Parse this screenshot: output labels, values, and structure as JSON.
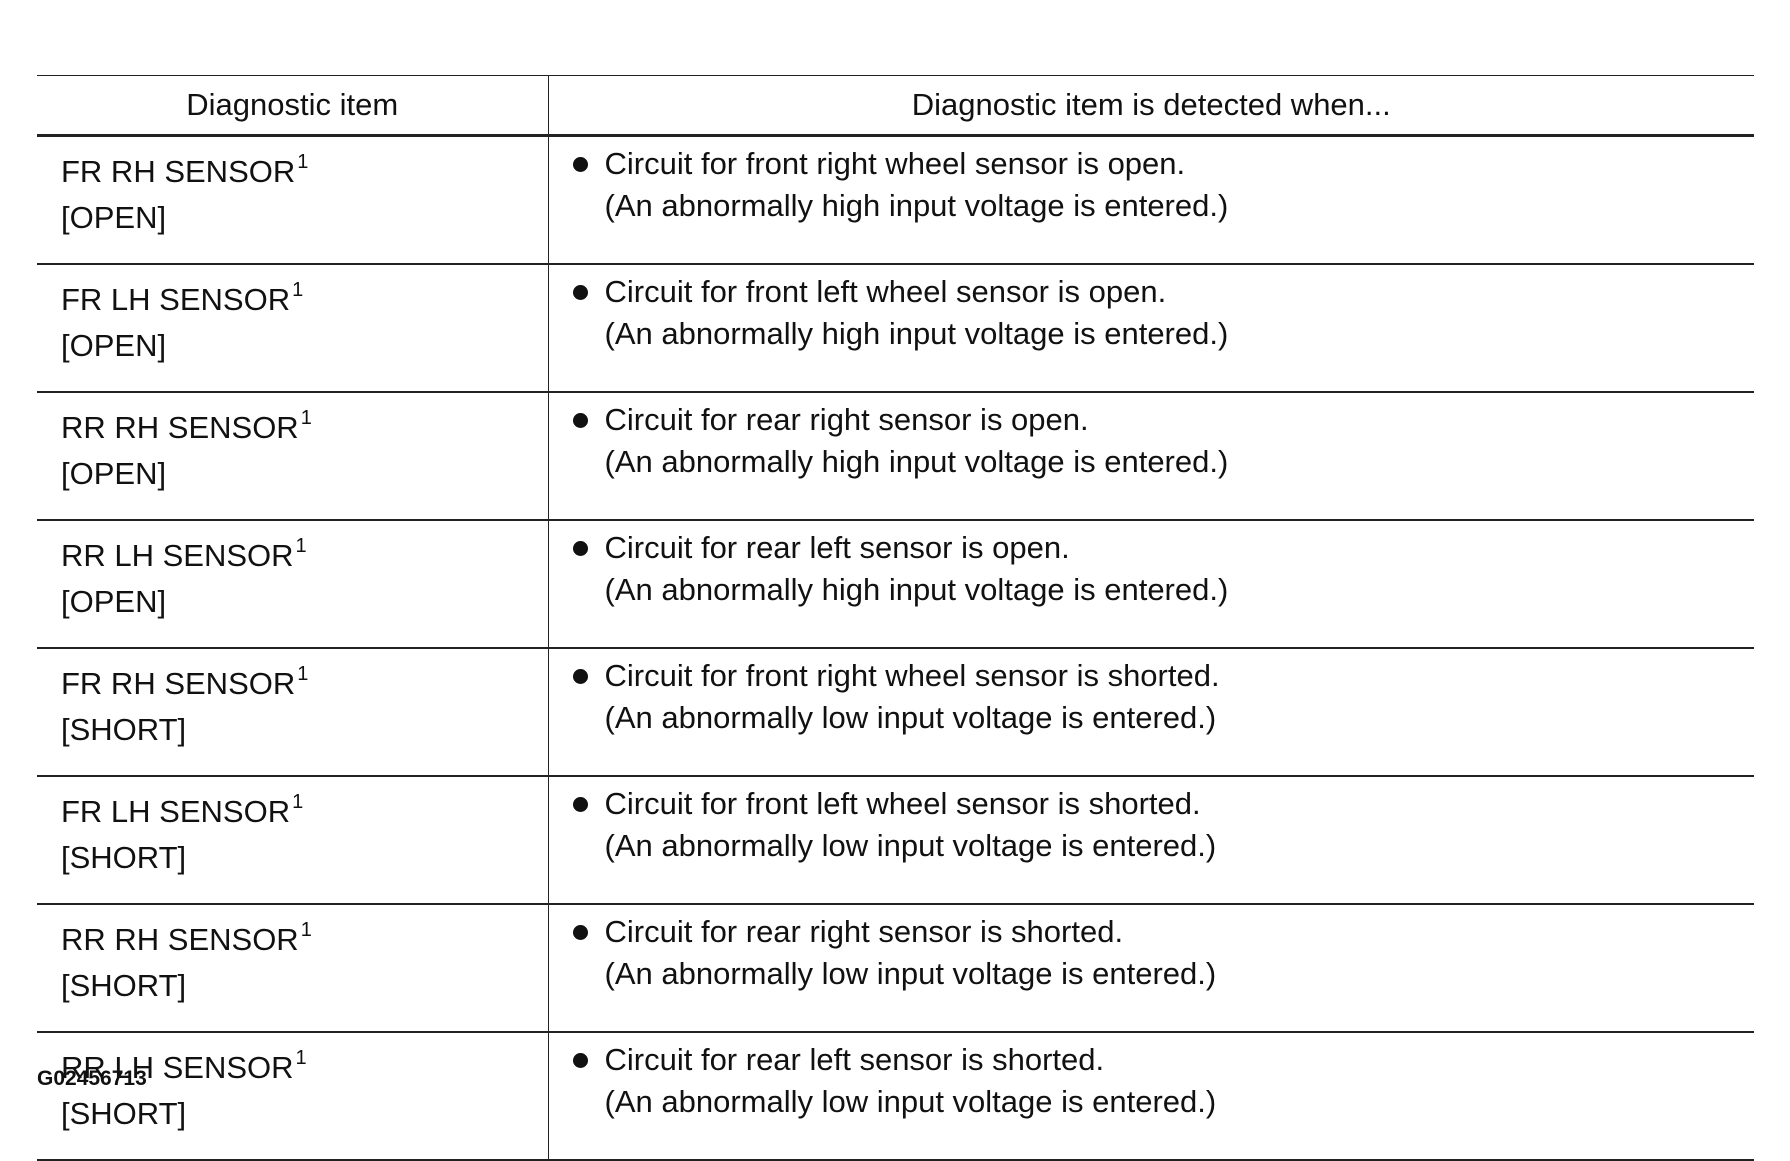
{
  "table": {
    "headers": [
      "Diagnostic item",
      "Diagnostic item is detected when..."
    ],
    "rows": [
      {
        "item": "FR RH SENSOR",
        "sup": "1",
        "state": "[OPEN]",
        "desc": "Circuit for front right wheel sensor is open.",
        "note": "(An abnormally high input voltage is entered.)"
      },
      {
        "item": "FR LH SENSOR",
        "sup": "1",
        "state": "[OPEN]",
        "desc": "Circuit for front left wheel sensor is open.",
        "note": "(An abnormally high input voltage is entered.)"
      },
      {
        "item": "RR RH SENSOR",
        "sup": "1",
        "state": "[OPEN]",
        "desc": "Circuit for rear right sensor is open.",
        "note": "(An abnormally high input voltage is entered.)"
      },
      {
        "item": "RR LH SENSOR",
        "sup": "1",
        "state": "[OPEN]",
        "desc": "Circuit for rear left sensor is open.",
        "note": "(An abnormally high input voltage is entered.)"
      },
      {
        "item": "FR RH SENSOR",
        "sup": "1",
        "state": "[SHORT]",
        "desc": "Circuit for front right wheel sensor is shorted.",
        "note": "(An abnormally low input voltage is entered.)"
      },
      {
        "item": "FR LH SENSOR",
        "sup": "1",
        "state": "[SHORT]",
        "desc": "Circuit for front left wheel sensor is shorted.",
        "note": "(An abnormally low input voltage is entered.)"
      },
      {
        "item": "RR RH SENSOR",
        "sup": "1",
        "state": "[SHORT]",
        "desc": "Circuit for rear right sensor is shorted.",
        "note": "(An abnormally low input voltage is entered.)"
      },
      {
        "item": "RR LH SENSOR",
        "sup": "1",
        "state": "[SHORT]",
        "desc": "Circuit for rear left sensor is shorted.",
        "note": "(An abnormally low input voltage is entered.)"
      }
    ]
  },
  "figure_id": "G02456713"
}
